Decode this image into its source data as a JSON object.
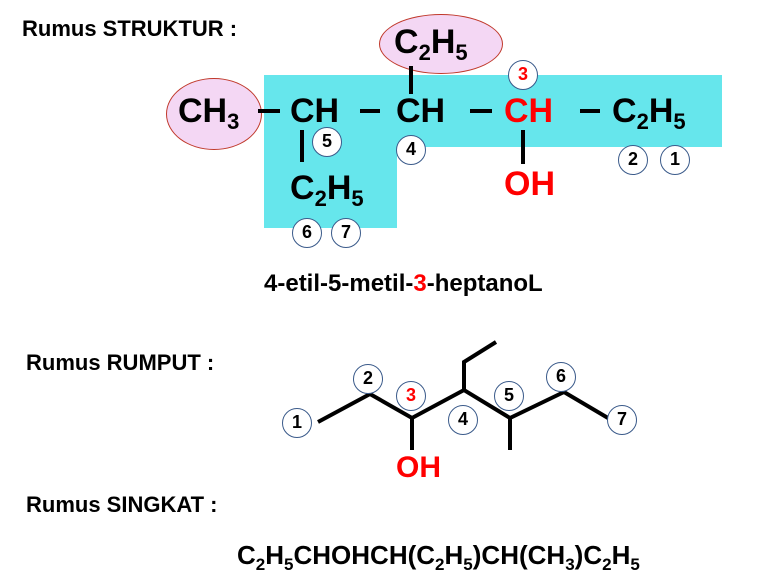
{
  "headings": {
    "struktur": "Rumus STRUKTUR :",
    "rumput": "Rumus RUMPUT :",
    "singkat": "Rumus SINGKAT :"
  },
  "structural": {
    "ch3": {
      "base": "CH",
      "sub": "3"
    },
    "ch_a": "CH",
    "ch_b": "CH",
    "ch_c": "CH",
    "right_ethyl": {
      "base": "C",
      "sub1": "2",
      "mid": "H",
      "sub2": "5"
    },
    "top_ethyl": {
      "base": "C",
      "sub1": "2",
      "mid": "H",
      "sub2": "5"
    },
    "bottom_ethyl": {
      "base": "C",
      "sub1": "2",
      "mid": "H",
      "sub2": "5"
    },
    "oh": "OH",
    "numbers": {
      "n3": "3",
      "n5": "5",
      "n4": "4",
      "n2": "2",
      "n1": "1",
      "n6": "6",
      "n7": "7"
    }
  },
  "compound_name": {
    "part1": "4-etil-5-metil-",
    "part_red": "3",
    "part2": "-heptanoL"
  },
  "skeletal": {
    "oh": "OH",
    "numbers": [
      "1",
      "2",
      "3",
      "4",
      "5",
      "6",
      "7"
    ]
  },
  "condensed": [
    {
      "t": "C"
    },
    {
      "s": "2"
    },
    {
      "t": "H"
    },
    {
      "s": "5"
    },
    {
      "t": "CHOHCH(C"
    },
    {
      "s": "2"
    },
    {
      "t": "H"
    },
    {
      "s": "5"
    },
    {
      "t": ")CH(CH"
    },
    {
      "s": "3"
    },
    {
      "t": ")C"
    },
    {
      "s": "2"
    },
    {
      "t": "H"
    },
    {
      "s": "5"
    }
  ],
  "colors": {
    "highlight": "#66e6ec",
    "ellipse_fill": "#f4d7f4",
    "ellipse_border": "#c0392b",
    "accent_red": "#ff0000",
    "circle_border": "#3a5a8a"
  }
}
